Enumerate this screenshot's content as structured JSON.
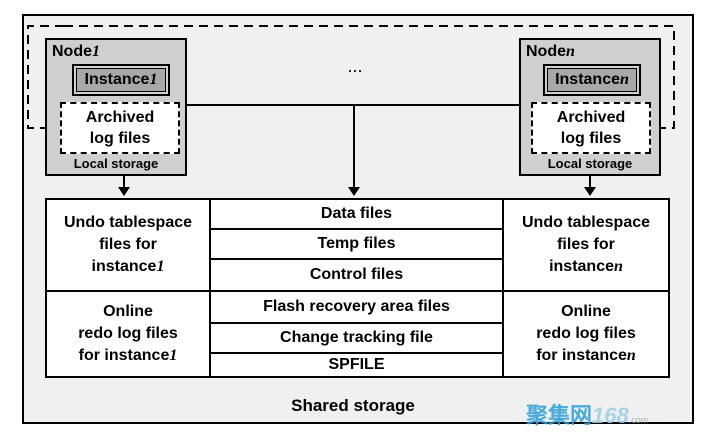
{
  "nodes": [
    {
      "label": "Node",
      "sub": "1",
      "instance": "Instance",
      "instance_sub": "1",
      "archived_line1": "Archived",
      "archived_line2": "log files",
      "local": "Local storage"
    },
    {
      "label": "Node",
      "sub": "n",
      "instance": "Instance",
      "instance_sub": "n",
      "archived_line1": "Archived",
      "archived_line2": "log files",
      "local": "Local storage"
    }
  ],
  "ellipsis": "...",
  "center_files": [
    "Data files",
    "Temp files",
    "Control files",
    "Flash recovery area files",
    "Change tracking file",
    "SPFILE"
  ],
  "undo_left": {
    "line1": "Undo tablespace",
    "line2": "files for",
    "line3": "instance",
    "sub": "1"
  },
  "undo_right": {
    "line1": "Undo tablespace",
    "line2": "files for",
    "line3": "instance",
    "sub": "n"
  },
  "redo_left": {
    "line1": "Online",
    "line2": "redo log files",
    "line3": "for instance",
    "sub": "1"
  },
  "redo_right": {
    "line1": "Online",
    "line2": "redo log files",
    "line3": "for instance",
    "sub": "n"
  },
  "shared_storage": "Shared storage",
  "watermark": {
    "main": "聚集网",
    "num": "168",
    "domain": ".com"
  }
}
